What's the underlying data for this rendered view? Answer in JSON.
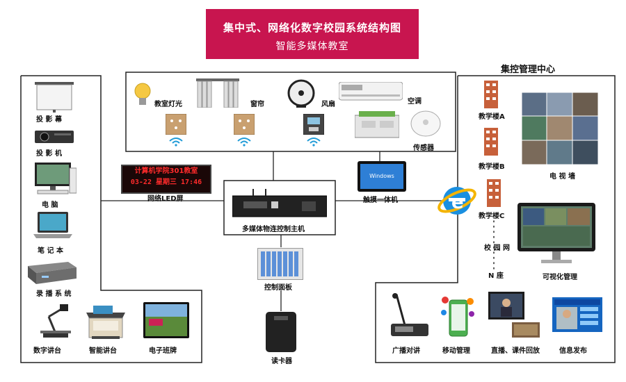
{
  "title": {
    "main": "集中式、网络化数字校园系统结构图",
    "sub": "智能多媒体教室"
  },
  "left_panel": {
    "items": [
      {
        "label": "投 影 幕",
        "icon": "projection-screen-icon"
      },
      {
        "label": "投 影 机",
        "icon": "projector-icon"
      },
      {
        "label": "电 脑",
        "icon": "desktop-computer-icon"
      },
      {
        "label": "笔 记 本",
        "icon": "laptop-icon"
      },
      {
        "label": "录 播 系 统",
        "icon": "recording-system-icon"
      }
    ],
    "bottom_items": [
      {
        "label": "数字讲台",
        "icon": "digital-podium-icon"
      },
      {
        "label": "智能讲台",
        "icon": "smart-podium-icon"
      },
      {
        "label": "电子班牌",
        "icon": "electronic-class-board-icon"
      }
    ]
  },
  "top_panel": {
    "items": [
      {
        "label": "教室灯光",
        "icon": "light-bulb-icon"
      },
      {
        "label": "窗帘",
        "icon": "curtain-icon"
      },
      {
        "label": "风扇",
        "icon": "fan-icon"
      },
      {
        "label": "空调",
        "icon": "air-conditioner-icon"
      },
      {
        "label": "传感器",
        "icon": "sensor-icon"
      }
    ]
  },
  "led": {
    "line1": "计算机学院301教室",
    "line2": "03-22 星期三 17:46",
    "label": "网络LED屏"
  },
  "host": {
    "label": "多媒体物连控制主机"
  },
  "touch": {
    "label": "触摸一体机",
    "screen_text": "Windows"
  },
  "panel": {
    "label": "控制面板"
  },
  "reader": {
    "label": "读卡器"
  },
  "control_center": {
    "title": "集控管理中心",
    "buildings": [
      "教学楼A",
      "教学楼B",
      "教学楼C"
    ],
    "campus_net": "校 园 网",
    "n_seat": "N 座",
    "tv_wall": "电 视 墙",
    "visual": "可视化管理"
  },
  "bottom_right": {
    "items": [
      {
        "label": "广播对讲",
        "icon": "broadcast-intercom-icon"
      },
      {
        "label": "移动管理",
        "icon": "mobile-management-icon"
      },
      {
        "label": "直播、课件回放",
        "icon": "live-playback-icon"
      },
      {
        "label": "信息发布",
        "icon": "info-publish-icon"
      }
    ]
  }
}
